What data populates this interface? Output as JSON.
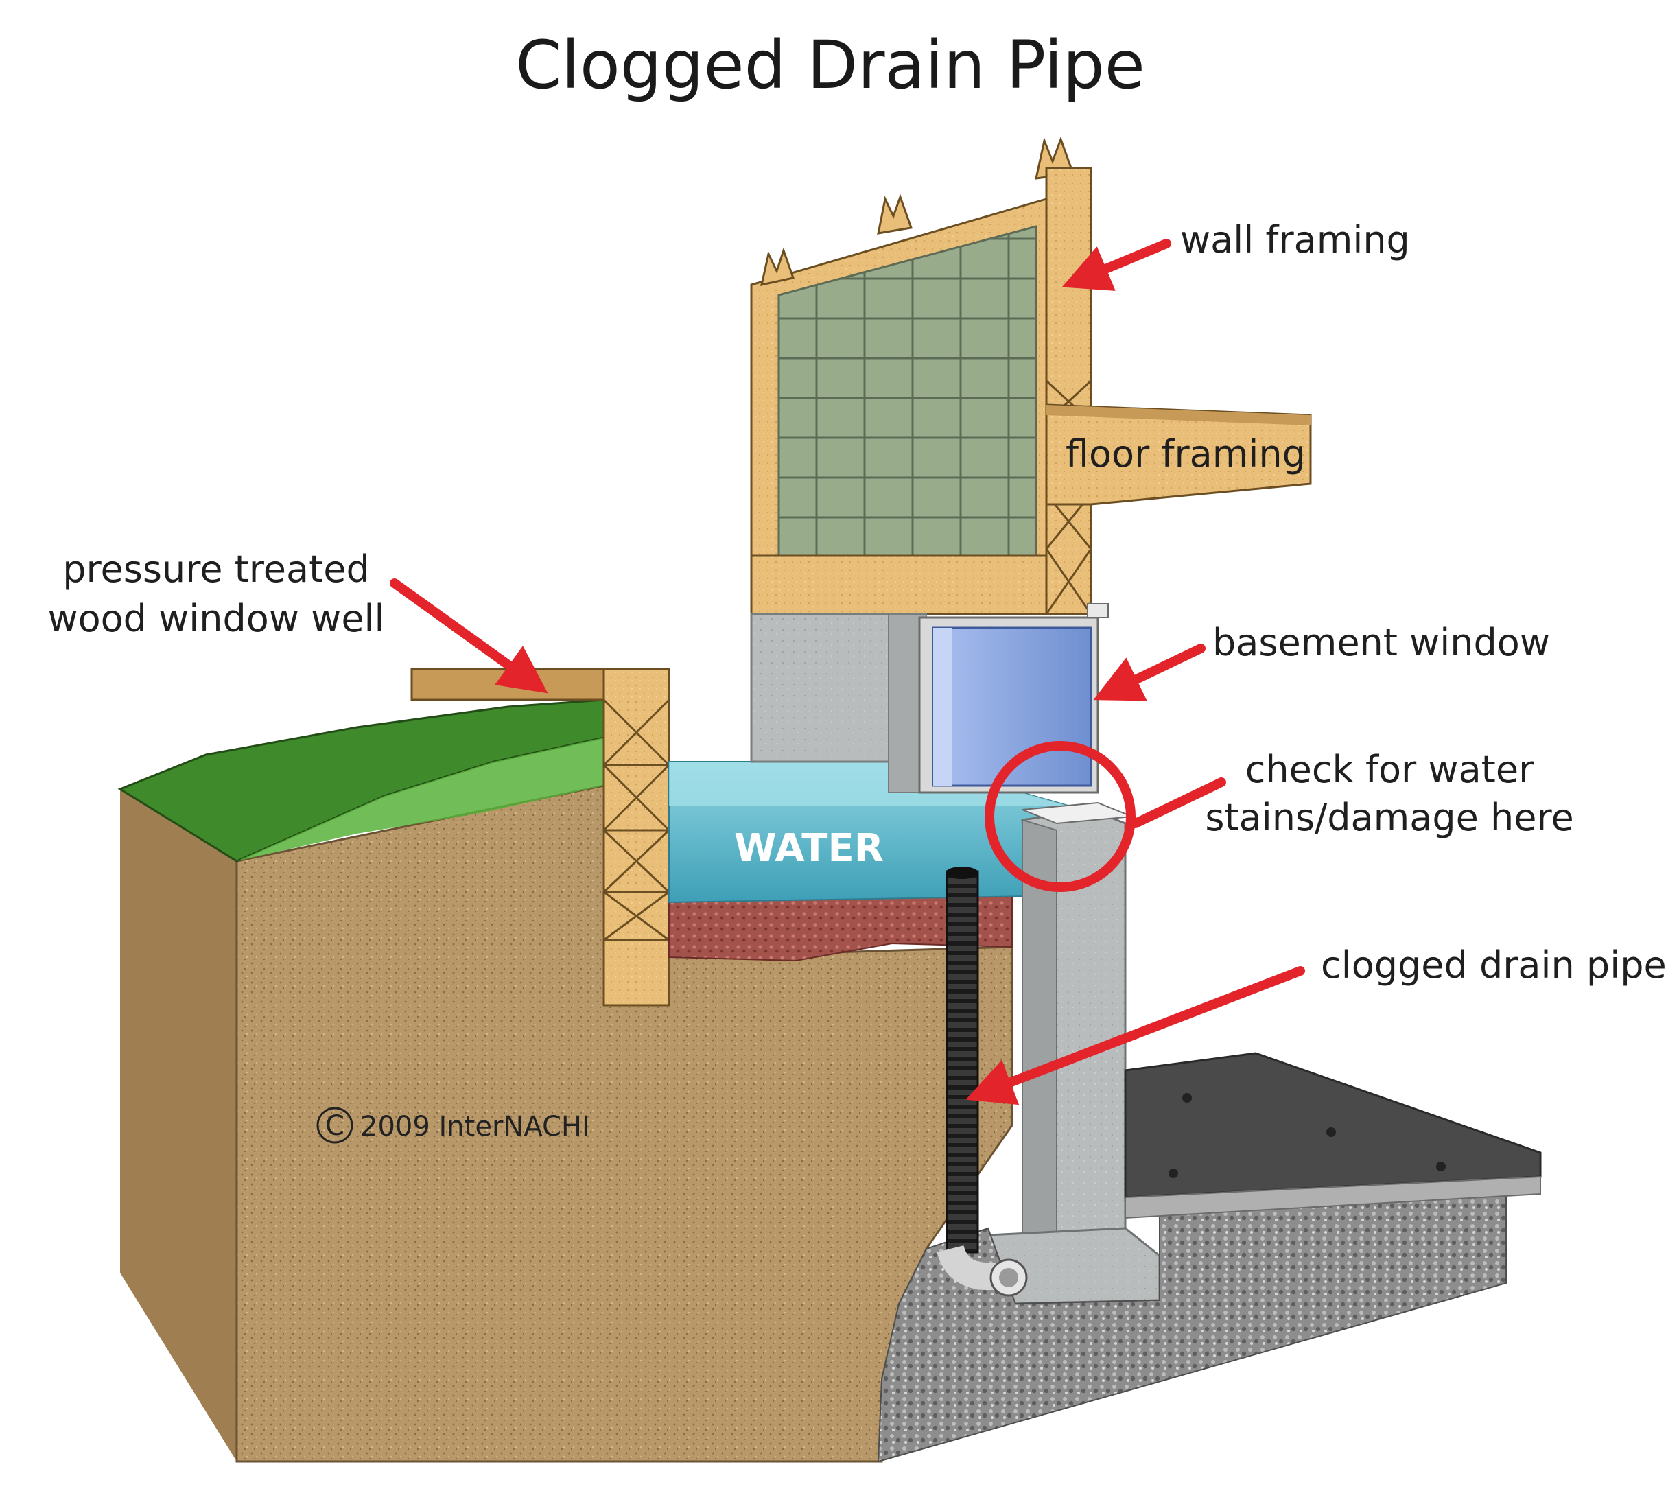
{
  "title": "Clogged Drain Pipe",
  "labels": {
    "wall_framing": "wall framing",
    "floor_framing": "floor framing",
    "window_well_line1": "pressure treated",
    "window_well_line2": "wood window well",
    "basement_window": "basement window",
    "check_line1": "check for water",
    "check_line2": "stains/damage here",
    "drain_pipe": "clogged drain pipe",
    "water": "WATER"
  },
  "copyright": "2009 InterNACHI",
  "colors": {
    "arrow": "#e3242b",
    "circle": "#e3242b",
    "soil": "#b89868",
    "grass": "#3f8a2b",
    "wood": "#e8be78",
    "sheathing": "#98ac8c",
    "concrete": "#b9bcbc",
    "water": "#5fb6c8",
    "window": "#6f8fd0",
    "gravel": "#8b8b8b",
    "red_gravel": "#a4534c",
    "slab": "#4a4a4a"
  }
}
